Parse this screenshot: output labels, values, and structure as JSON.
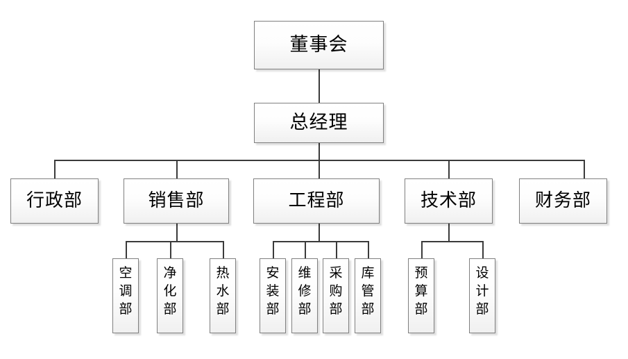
{
  "chart": {
    "type": "organization-chart",
    "title": "",
    "levels": 4,
    "nodes": {
      "board": {
        "label": "董事会",
        "level": 1,
        "orientation": "horizontal"
      },
      "gm": {
        "label": "总经理",
        "level": 2,
        "orientation": "horizontal"
      },
      "admin": {
        "label": "行政部",
        "level": 3,
        "orientation": "horizontal"
      },
      "sales": {
        "label": "销售部",
        "level": 3,
        "orientation": "horizontal"
      },
      "engineering": {
        "label": "工程部",
        "level": 3,
        "orientation": "horizontal"
      },
      "technical": {
        "label": "技术部",
        "level": 3,
        "orientation": "horizontal"
      },
      "finance": {
        "label": "财务部",
        "level": 3,
        "orientation": "horizontal"
      },
      "hvac": {
        "label": "空\n调\n部",
        "level": 4,
        "orientation": "vertical"
      },
      "purification": {
        "label": "净\n化\n部",
        "level": 4,
        "orientation": "vertical"
      },
      "hotwater": {
        "label": "热\n水\n部",
        "level": 4,
        "orientation": "vertical"
      },
      "installation": {
        "label": "安\n装\n部",
        "level": 4,
        "orientation": "vertical"
      },
      "maintenance": {
        "label": "维\n修\n部",
        "level": 4,
        "orientation": "vertical"
      },
      "procurement": {
        "label": "采\n购\n部",
        "level": 4,
        "orientation": "vertical"
      },
      "warehouse": {
        "label": "库\n管\n部",
        "level": 4,
        "orientation": "vertical"
      },
      "budget": {
        "label": "预\n算\n部",
        "level": 4,
        "orientation": "vertical"
      },
      "design": {
        "label": "设\n计\n部",
        "level": 4,
        "orientation": "vertical"
      }
    },
    "edges": [
      {
        "from": "board",
        "to": "gm"
      },
      {
        "from": "gm",
        "to": "admin"
      },
      {
        "from": "gm",
        "to": "sales"
      },
      {
        "from": "gm",
        "to": "engineering"
      },
      {
        "from": "gm",
        "to": "technical"
      },
      {
        "from": "gm",
        "to": "finance"
      },
      {
        "from": "sales",
        "to": "hvac"
      },
      {
        "from": "sales",
        "to": "purification"
      },
      {
        "from": "sales",
        "to": "hotwater"
      },
      {
        "from": "engineering",
        "to": "installation"
      },
      {
        "from": "engineering",
        "to": "maintenance"
      },
      {
        "from": "engineering",
        "to": "procurement"
      },
      {
        "from": "engineering",
        "to": "warehouse"
      },
      {
        "from": "technical",
        "to": "budget"
      },
      {
        "from": "technical",
        "to": "design"
      }
    ],
    "colors": {
      "box_border": "#7f7f7f",
      "box_fill_top": "#ffffff",
      "box_fill_bottom": "#f0f0f0",
      "connector": "#3a3a3a",
      "text": "#000000",
      "background": "#ffffff"
    }
  }
}
